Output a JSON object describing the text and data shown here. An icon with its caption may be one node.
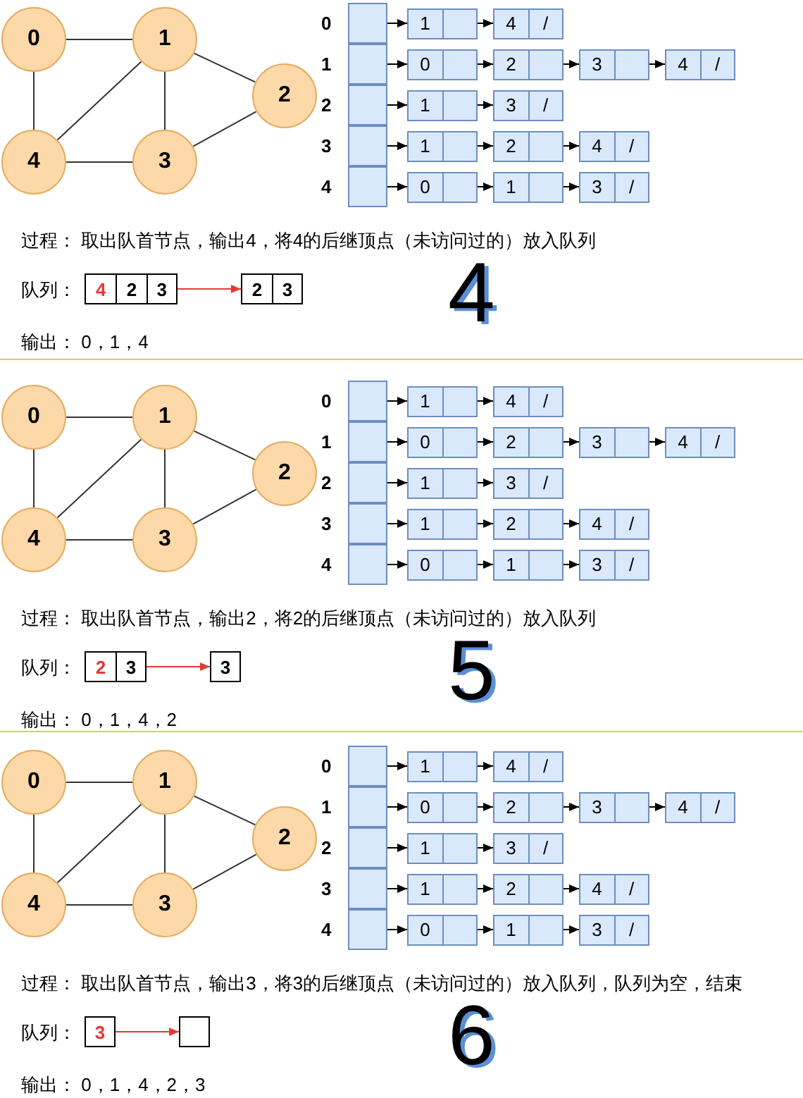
{
  "diagram": {
    "nodes": [
      {
        "text": [
          "0"
        ]
      },
      {
        "text": [
          "1"
        ]
      },
      {
        "text": [
          "2"
        ]
      },
      {
        "text": [
          "3"
        ]
      },
      {
        "text": [
          "4"
        ]
      },
      {
        "text": [],
        "shape": "box"
      },
      {
        "text": [],
        "shape": "box"
      },
      {
        "text": [],
        "shape": "box"
      },
      {
        "text": [],
        "shape": "box"
      },
      {
        "text": [],
        "shape": "box"
      },
      {
        "text": [
          "1"
        ]
      },
      {
        "text": [
          "4",
          "/"
        ]
      },
      {
        "text": [
          "0"
        ]
      },
      {
        "text": [
          "2"
        ]
      },
      {
        "text": [
          "3"
        ]
      },
      {
        "text": [
          "4",
          "/"
        ]
      },
      {
        "text": [
          "1"
        ]
      },
      {
        "text": [
          "3",
          "/"
        ]
      },
      {
        "text": [
          "1"
        ]
      },
      {
        "text": [
          "2"
        ]
      },
      {
        "text": [
          "4",
          "/"
        ]
      },
      {
        "text": [
          "0"
        ]
      },
      {
        "text": [
          "1"
        ]
      },
      {
        "text": [
          "3",
          "/"
        ]
      },
      {
        "text": [
          "4",
          "2",
          "3"
        ],
        "beside": [
          "队列："
        ]
      },
      {
        "text": [
          "2",
          "3"
        ]
      },
      {
        "text": [
          "0"
        ]
      },
      {
        "text": [
          "1"
        ]
      },
      {
        "text": [
          "2"
        ]
      },
      {
        "text": [
          "3"
        ]
      },
      {
        "text": [
          "4"
        ]
      },
      {
        "text": [],
        "shape": "box"
      },
      {
        "text": [],
        "shape": "box"
      },
      {
        "text": [],
        "shape": "box"
      },
      {
        "text": [],
        "shape": "box"
      },
      {
        "text": [],
        "shape": "box"
      },
      {
        "text": [
          "1"
        ]
      },
      {
        "text": [
          "4",
          "/"
        ]
      },
      {
        "text": [
          "0"
        ]
      },
      {
        "text": [
          "2"
        ]
      },
      {
        "text": [
          "3"
        ]
      },
      {
        "text": [
          "4",
          "/"
        ]
      },
      {
        "text": [
          "1"
        ]
      },
      {
        "text": [
          "3",
          "/"
        ]
      },
      {
        "text": [
          "1"
        ]
      },
      {
        "text": [
          "2"
        ]
      },
      {
        "text": [
          "4",
          "/"
        ]
      },
      {
        "text": [
          "0"
        ]
      },
      {
        "text": [
          "1"
        ]
      },
      {
        "text": [
          "3",
          "/"
        ]
      },
      {
        "text": [
          "2",
          "3"
        ],
        "beside": [
          "队列："
        ]
      },
      {
        "text": [
          "3"
        ]
      },
      {
        "text": [
          "0"
        ]
      },
      {
        "text": [
          "1"
        ]
      },
      {
        "text": [
          "2"
        ]
      },
      {
        "text": [
          "3"
        ]
      },
      {
        "text": [
          "4"
        ]
      },
      {
        "text": [],
        "shape": "box"
      },
      {
        "text": [],
        "shape": "box"
      },
      {
        "text": [],
        "shape": "box"
      },
      {
        "text": [],
        "shape": "box"
      },
      {
        "text": [],
        "shape": "box"
      },
      {
        "text": [
          "1"
        ]
      },
      {
        "text": [
          "4",
          "/"
        ]
      },
      {
        "text": [
          "0"
        ]
      },
      {
        "text": [
          "2"
        ]
      },
      {
        "text": [
          "3"
        ]
      },
      {
        "text": [
          "4",
          "/"
        ]
      },
      {
        "text": [
          "1"
        ]
      },
      {
        "text": [
          "3",
          "/"
        ]
      },
      {
        "text": [
          "1"
        ]
      },
      {
        "text": [
          "2"
        ]
      },
      {
        "text": [
          "4",
          "/"
        ]
      },
      {
        "text": [
          "0"
        ]
      },
      {
        "text": [
          "1"
        ]
      },
      {
        "text": [
          "3",
          "/"
        ]
      },
      {
        "text": [
          "3"
        ],
        "beside": [
          "队列："
        ]
      },
      {
        "text": [],
        "shape": "box"
      }
    ],
    "edges": [
      {
        "from": 0,
        "to": 1,
        "arrow": "none"
      },
      {
        "from": 0,
        "to": 4,
        "arrow": "none"
      },
      {
        "from": 1,
        "to": 2,
        "arrow": "none"
      },
      {
        "from": 1,
        "to": 3,
        "arrow": "none"
      },
      {
        "from": 1,
        "to": 4,
        "arrow": "none"
      },
      {
        "from": 4,
        "to": 3,
        "arrow": "none"
      },
      {
        "from": 3,
        "to": 2,
        "arrow": "none"
      },
      {
        "from": 5,
        "to": 10,
        "arrow": "to"
      },
      {
        "from": 6,
        "to": 12,
        "arrow": "to"
      },
      {
        "from": 7,
        "to": 16,
        "arrow": "to"
      },
      {
        "from": 8,
        "to": 18,
        "arrow": "to"
      },
      {
        "from": 9,
        "to": 21,
        "arrow": "to"
      },
      {
        "from": 10,
        "to": 11,
        "arrow": "to"
      },
      {
        "from": 12,
        "to": 13,
        "arrow": "to"
      },
      {
        "from": 13,
        "to": 14,
        "arrow": "to"
      },
      {
        "from": 14,
        "to": 15,
        "arrow": "to"
      },
      {
        "from": 16,
        "to": 17,
        "arrow": "to"
      },
      {
        "from": 18,
        "to": 19,
        "arrow": "to"
      },
      {
        "from": 19,
        "to": 20,
        "arrow": "to"
      },
      {
        "from": 21,
        "to": 22,
        "arrow": "to"
      },
      {
        "from": 22,
        "to": 23,
        "arrow": "to"
      },
      {
        "from": 24,
        "to": 25,
        "arrow": "to",
        "color": "#e53935"
      },
      {
        "from": 26,
        "to": 27,
        "arrow": "none"
      },
      {
        "from": 26,
        "to": 30,
        "arrow": "none"
      },
      {
        "from": 27,
        "to": 28,
        "arrow": "none"
      },
      {
        "from": 27,
        "to": 29,
        "arrow": "none"
      },
      {
        "from": 27,
        "to": 30,
        "arrow": "none"
      },
      {
        "from": 30,
        "to": 29,
        "arrow": "none"
      },
      {
        "from": 29,
        "to": 28,
        "arrow": "none"
      },
      {
        "from": 31,
        "to": 36,
        "arrow": "to"
      },
      {
        "from": 32,
        "to": 38,
        "arrow": "to"
      },
      {
        "from": 33,
        "to": 42,
        "arrow": "to"
      },
      {
        "from": 34,
        "to": 44,
        "arrow": "to"
      },
      {
        "from": 35,
        "to": 47,
        "arrow": "to"
      },
      {
        "from": 36,
        "to": 37,
        "arrow": "to"
      },
      {
        "from": 38,
        "to": 39,
        "arrow": "to"
      },
      {
        "from": 39,
        "to": 40,
        "arrow": "to"
      },
      {
        "from": 40,
        "to": 41,
        "arrow": "to"
      },
      {
        "from": 42,
        "to": 43,
        "arrow": "to"
      },
      {
        "from": 44,
        "to": 45,
        "arrow": "to"
      },
      {
        "from": 45,
        "to": 46,
        "arrow": "to"
      },
      {
        "from": 47,
        "to": 48,
        "arrow": "to"
      },
      {
        "from": 48,
        "to": 49,
        "arrow": "to"
      },
      {
        "from": 50,
        "to": 51,
        "arrow": "to",
        "color": "#e53935"
      },
      {
        "from": 52,
        "to": 53,
        "arrow": "none"
      },
      {
        "from": 52,
        "to": 56,
        "arrow": "none"
      },
      {
        "from": 53,
        "to": 54,
        "arrow": "none"
      },
      {
        "from": 53,
        "to": 55,
        "arrow": "none"
      },
      {
        "from": 53,
        "to": 56,
        "arrow": "none"
      },
      {
        "from": 56,
        "to": 55,
        "arrow": "none"
      },
      {
        "from": 55,
        "to": 54,
        "arrow": "none"
      },
      {
        "from": 57,
        "to": 62,
        "arrow": "to"
      },
      {
        "from": 58,
        "to": 64,
        "arrow": "to"
      },
      {
        "from": 59,
        "to": 68,
        "arrow": "to"
      },
      {
        "from": 60,
        "to": 70,
        "arrow": "to"
      },
      {
        "from": 61,
        "to": 73,
        "arrow": "to"
      },
      {
        "from": 62,
        "to": 63,
        "arrow": "to"
      },
      {
        "from": 64,
        "to": 65,
        "arrow": "to"
      },
      {
        "from": 65,
        "to": 66,
        "arrow": "to"
      },
      {
        "from": 66,
        "to": 67,
        "arrow": "to"
      },
      {
        "from": 68,
        "to": 69,
        "arrow": "to"
      },
      {
        "from": 70,
        "to": 71,
        "arrow": "to"
      },
      {
        "from": 71,
        "to": 72,
        "arrow": "to"
      },
      {
        "from": 73,
        "to": 74,
        "arrow": "to"
      },
      {
        "from": 74,
        "to": 75,
        "arrow": "to"
      },
      {
        "from": 76,
        "to": 77,
        "arrow": "to",
        "color": "#e53935"
      }
    ],
    "labels": [
      "0",
      "1",
      "2",
      "3",
      "4",
      "过程： 取出队首节点，输出4，将4的后继顶点（未访问过的）放入队列",
      "4",
      "输出： 0，1，4",
      "0",
      "1",
      "2",
      "3",
      "4",
      "过程： 取出队首节点，输出2，将2的后继顶点（未访问过的）放入队列",
      "5",
      "输出： 0，1，4，2",
      "0",
      "1",
      "2",
      "3",
      "4",
      "过程： 取出队首节点，输出3，将3的后继顶点（未访问过的）放入队列，队列为空，结束",
      "6",
      "输出： 0，1，4，2，3"
    ]
  }
}
